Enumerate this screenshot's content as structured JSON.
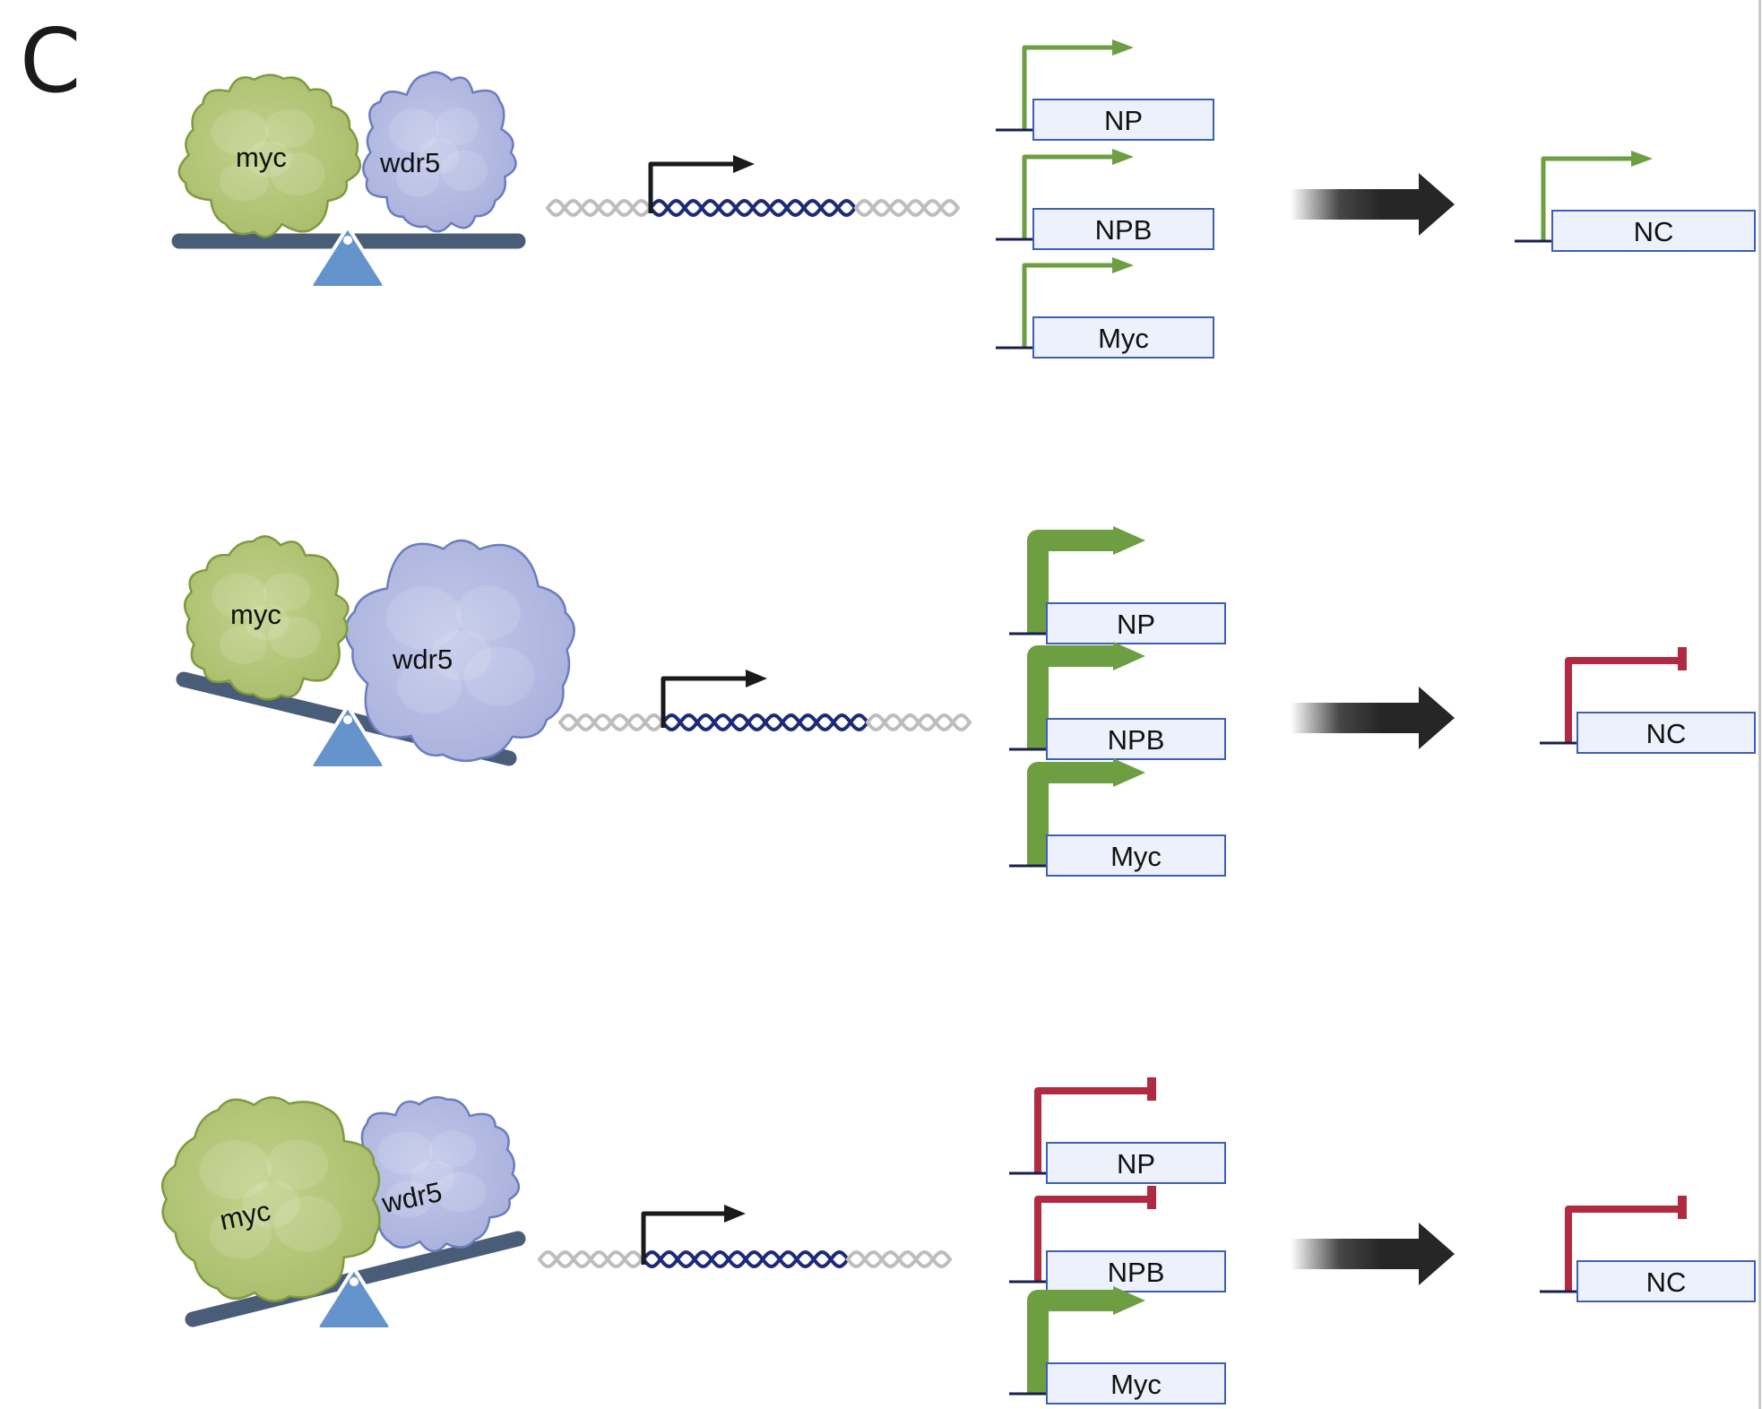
{
  "panel_label": "C",
  "colors": {
    "myc_fill": "#b5c77a",
    "myc_stroke": "#7f9a3f",
    "wdr5_fill": "#b6bde2",
    "wdr5_stroke": "#6a7dbf",
    "beam": "#4a5d78",
    "fulcrum": "#6594cc",
    "dna_gray": "#bdbdbd",
    "dna_navy": "#1c2a78",
    "promoter_black": "#1a1a1a",
    "activate_green": "#6d9e42",
    "repress_red": "#b02a42",
    "gene_box_fill": "#edf1fb",
    "gene_box_stroke": "#3f5fb5",
    "big_arrow": "#262626"
  },
  "rows": [
    {
      "id": "balanced",
      "balance": "level",
      "proteins": {
        "myc": "myc",
        "wdr5": "wdr5"
      },
      "targets": [
        {
          "gene": "NP",
          "effect": "activated",
          "strength": "normal"
        },
        {
          "gene": "NPB",
          "effect": "activated",
          "strength": "normal"
        },
        {
          "gene": "Myc",
          "effect": "activated",
          "strength": "normal"
        }
      ],
      "outcome": {
        "gene": "NC",
        "effect": "activated",
        "strength": "normal"
      }
    },
    {
      "id": "wdr5-high",
      "balance": "tilted toward wdr5",
      "proteins": {
        "myc": "myc",
        "wdr5": "wdr5"
      },
      "targets": [
        {
          "gene": "NP",
          "effect": "activated",
          "strength": "strong"
        },
        {
          "gene": "NPB",
          "effect": "activated",
          "strength": "strong"
        },
        {
          "gene": "Myc",
          "effect": "activated",
          "strength": "strong"
        }
      ],
      "outcome": {
        "gene": "NC",
        "effect": "repressed",
        "strength": "normal"
      }
    },
    {
      "id": "myc-high",
      "balance": "tilted toward myc",
      "proteins": {
        "myc": "myc",
        "wdr5": "wdr5"
      },
      "targets": [
        {
          "gene": "NP",
          "effect": "repressed",
          "strength": "normal"
        },
        {
          "gene": "NPB",
          "effect": "repressed",
          "strength": "normal"
        },
        {
          "gene": "Myc",
          "effect": "activated",
          "strength": "strong"
        }
      ],
      "outcome": {
        "gene": "NC",
        "effect": "repressed",
        "strength": "normal"
      }
    }
  ]
}
